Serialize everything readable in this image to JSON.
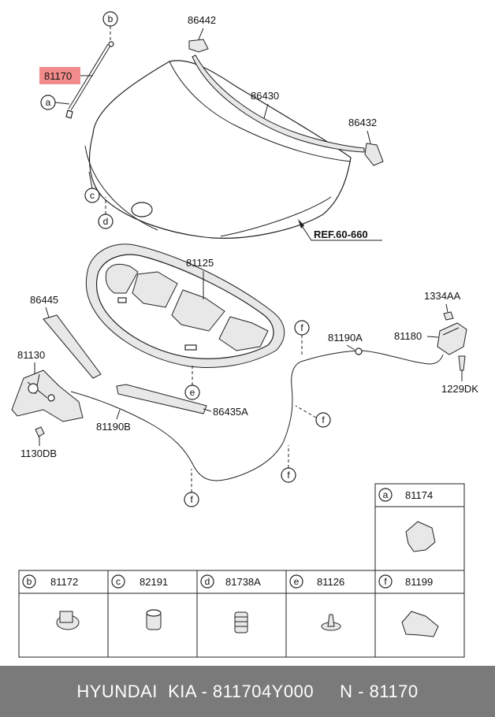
{
  "labels": {
    "hood": "81170",
    "hood_seal_clip_top": "86442",
    "hood_seal": "86430",
    "hood_seal_clip_right": "86432",
    "ref": "REF.60-660",
    "insulator": "81125",
    "seal_left": "86445",
    "latch_assy": "81130",
    "bolt_left": "1130DB",
    "cable_b": "81190B",
    "seal_bottom": "86435A",
    "cable_a": "81190A",
    "handle": "81180",
    "nut": "1334AA",
    "screw": "1229DK"
  },
  "callouts": {
    "a": "a",
    "b": "b",
    "c": "c",
    "d": "d",
    "e": "e",
    "f": "f"
  },
  "parts_table": {
    "top_cell": {
      "letter": "a",
      "part": "81174"
    },
    "cells": [
      {
        "letter": "b",
        "part": "81172"
      },
      {
        "letter": "c",
        "part": "82191"
      },
      {
        "letter": "d",
        "part": "81738A"
      },
      {
        "letter": "e",
        "part": "81126"
      },
      {
        "letter": "f",
        "part": "81199"
      }
    ]
  },
  "colors": {
    "highlight": "#f28b8b",
    "footer_bg": "#7a7a7a"
  },
  "footer": {
    "text": "HYUNDAI  KIA - 811704Y000     N - 81170"
  }
}
